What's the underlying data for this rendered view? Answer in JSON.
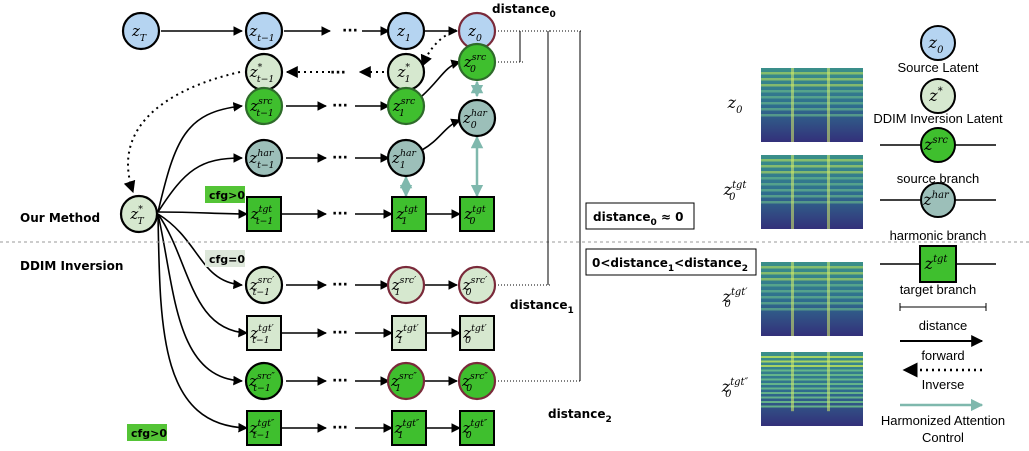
{
  "colors": {
    "blue": "#b5d4f1",
    "light_green": "#d6e8cf",
    "green": "#3fbf2e",
    "teal": "#9cbfb9",
    "green_dark_border": "#2e6b2a",
    "maroon_border": "#7a2a3a",
    "harmonized_arrow": "#7fb8ad",
    "cfg_badge": "#54c436",
    "cfg_gray": "#dde7da"
  },
  "labels": {
    "our_method": "Our Method",
    "ddim_inversion": "DDIM Inversion",
    "cfg_top": "cfg>0",
    "cfg_mid": "cfg=0",
    "cfg_bot": "cfg>0",
    "distance0": "distance",
    "distance0_sub": "0",
    "distance1": "distance",
    "distance1_sub": "1",
    "distance2": "distance",
    "distance2_sub": "2",
    "box1_prefix": "distance",
    "box1_sub": "0",
    "box1_suffix": " ≈ 0",
    "box2_prefix": "0<distance",
    "box2_sub1": "1",
    "box2_mid": "<distance",
    "box2_sub2": "2",
    "dots": "···"
  },
  "nodes": {
    "zT": {
      "base": "z",
      "sub": "T",
      "sup": ""
    },
    "zt1": {
      "base": "z",
      "sub": "t−1",
      "sup": ""
    },
    "z1": {
      "base": "z",
      "sub": "1",
      "sup": ""
    },
    "z0": {
      "base": "z",
      "sub": "0",
      "sup": ""
    },
    "zst_t1": {
      "base": "z",
      "sub": "t−1",
      "sup": "*"
    },
    "zst_1": {
      "base": "z",
      "sub": "1",
      "sup": "*"
    },
    "zsrc_0": {
      "base": "z",
      "sub": "0",
      "sup": "src"
    },
    "zsrc_t1": {
      "base": "z",
      "sub": "t−1",
      "sup": "src"
    },
    "zsrc_1": {
      "base": "z",
      "sub": "1",
      "sup": "src"
    },
    "zhar_0": {
      "base": "z",
      "sub": "0",
      "sup": "har"
    },
    "zhar_t1": {
      "base": "z",
      "sub": "t−1",
      "sup": "har"
    },
    "zhar_1": {
      "base": "z",
      "sub": "1",
      "sup": "har"
    },
    "zTstar": {
      "base": "z",
      "sub": "T",
      "sup": "*"
    },
    "ztgt_t1": {
      "base": "z",
      "sub": "t−1",
      "sup": "tgt"
    },
    "ztgt_1": {
      "base": "z",
      "sub": "1",
      "sup": "tgt"
    },
    "ztgt_0": {
      "base": "z",
      "sub": "0",
      "sup": "tgt"
    },
    "zsrcp_t1": {
      "base": "z",
      "sub": "t−1",
      "sup": "src′"
    },
    "zsrcp_1": {
      "base": "z",
      "sub": "1",
      "sup": "src′"
    },
    "zsrcp_0": {
      "base": "z",
      "sub": "0",
      "sup": "src′"
    },
    "ztgtp_t1": {
      "base": "z",
      "sub": "t−1",
      "sup": "tgt′"
    },
    "ztgtp_1": {
      "base": "z",
      "sub": "1",
      "sup": "tgt′"
    },
    "ztgtp_0": {
      "base": "z",
      "sub": "0",
      "sup": "tgt′"
    },
    "zsrcpp_t1": {
      "base": "z",
      "sub": "t−1",
      "sup": "src″"
    },
    "zsrcpp_1": {
      "base": "z",
      "sub": "1",
      "sup": "src″"
    },
    "zsrcpp_0": {
      "base": "z",
      "sub": "0",
      "sup": "src″"
    },
    "ztgtpp_t1": {
      "base": "z",
      "sub": "t−1",
      "sup": "tgt″"
    },
    "ztgtpp_1": {
      "base": "z",
      "sub": "1",
      "sup": "tgt″"
    },
    "ztgtpp_0": {
      "base": "z",
      "sub": "0",
      "sup": "tgt″"
    }
  },
  "spectrograms": [
    {
      "base": "z",
      "sub": "0",
      "sup": ""
    },
    {
      "base": "z",
      "sub": "0",
      "sup": "tgt"
    },
    {
      "base": "z",
      "sub": "0",
      "sup": "tgt′"
    },
    {
      "base": "z",
      "sub": "0",
      "sup": "tgt″"
    }
  ],
  "legend": {
    "source_latent_node": {
      "base": "z",
      "sub": "0",
      "sup": ""
    },
    "source_latent": "Source Latent",
    "ddim_latent_node": {
      "base": "z",
      "sub": "",
      "sup": "*"
    },
    "ddim_latent": "DDIM Inversion Latent",
    "source_branch_node": {
      "base": "z",
      "sub": "",
      "sup": "src"
    },
    "source_branch": "source branch",
    "harmonic_branch_node": {
      "base": "z",
      "sub": "",
      "sup": "har"
    },
    "harmonic_branch": "harmonic branch",
    "target_branch_node": {
      "base": "z",
      "sub": "",
      "sup": "tgt"
    },
    "target_branch": "target branch",
    "distance": "distance",
    "forward": "forward",
    "inverse": "Inverse",
    "harmonized_line1": "Harmonized Attention",
    "harmonized_line2": "Control"
  }
}
